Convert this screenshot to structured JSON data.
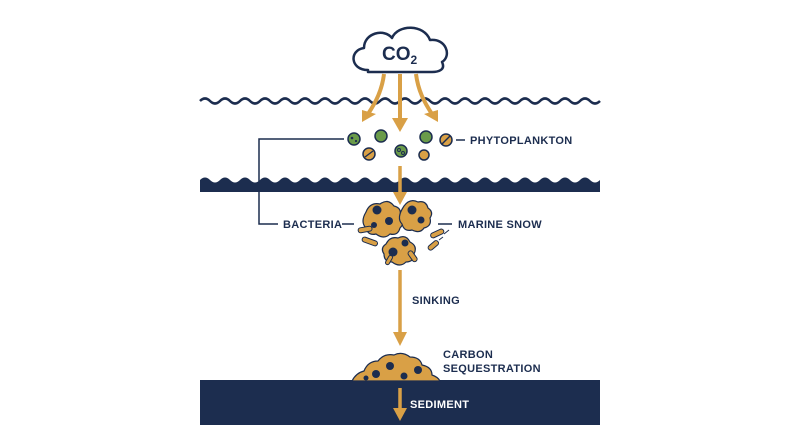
{
  "colors": {
    "navy": "#1c2d4f",
    "orange": "#d9a046",
    "plankton_green": "#6a9b4a",
    "background": "#ffffff"
  },
  "cloud": {
    "label": "CO",
    "subscript": "2"
  },
  "labels": {
    "phytoplankton": "PHYTOPLANKTON",
    "bacteria": "BACTERIA",
    "marine_snow": "MARINE SNOW",
    "sinking": "SINKING",
    "carbon_line1": "CARBON",
    "carbon_line2": "SEQUESTRATION",
    "sediment": "SEDIMENT"
  },
  "icons": [
    "cloud-icon",
    "wave-icon",
    "phytoplankton-cell-icon",
    "bacteria-icon",
    "marine-snow-aggregate-icon",
    "sediment-pile-icon",
    "arrow-down-icon"
  ]
}
